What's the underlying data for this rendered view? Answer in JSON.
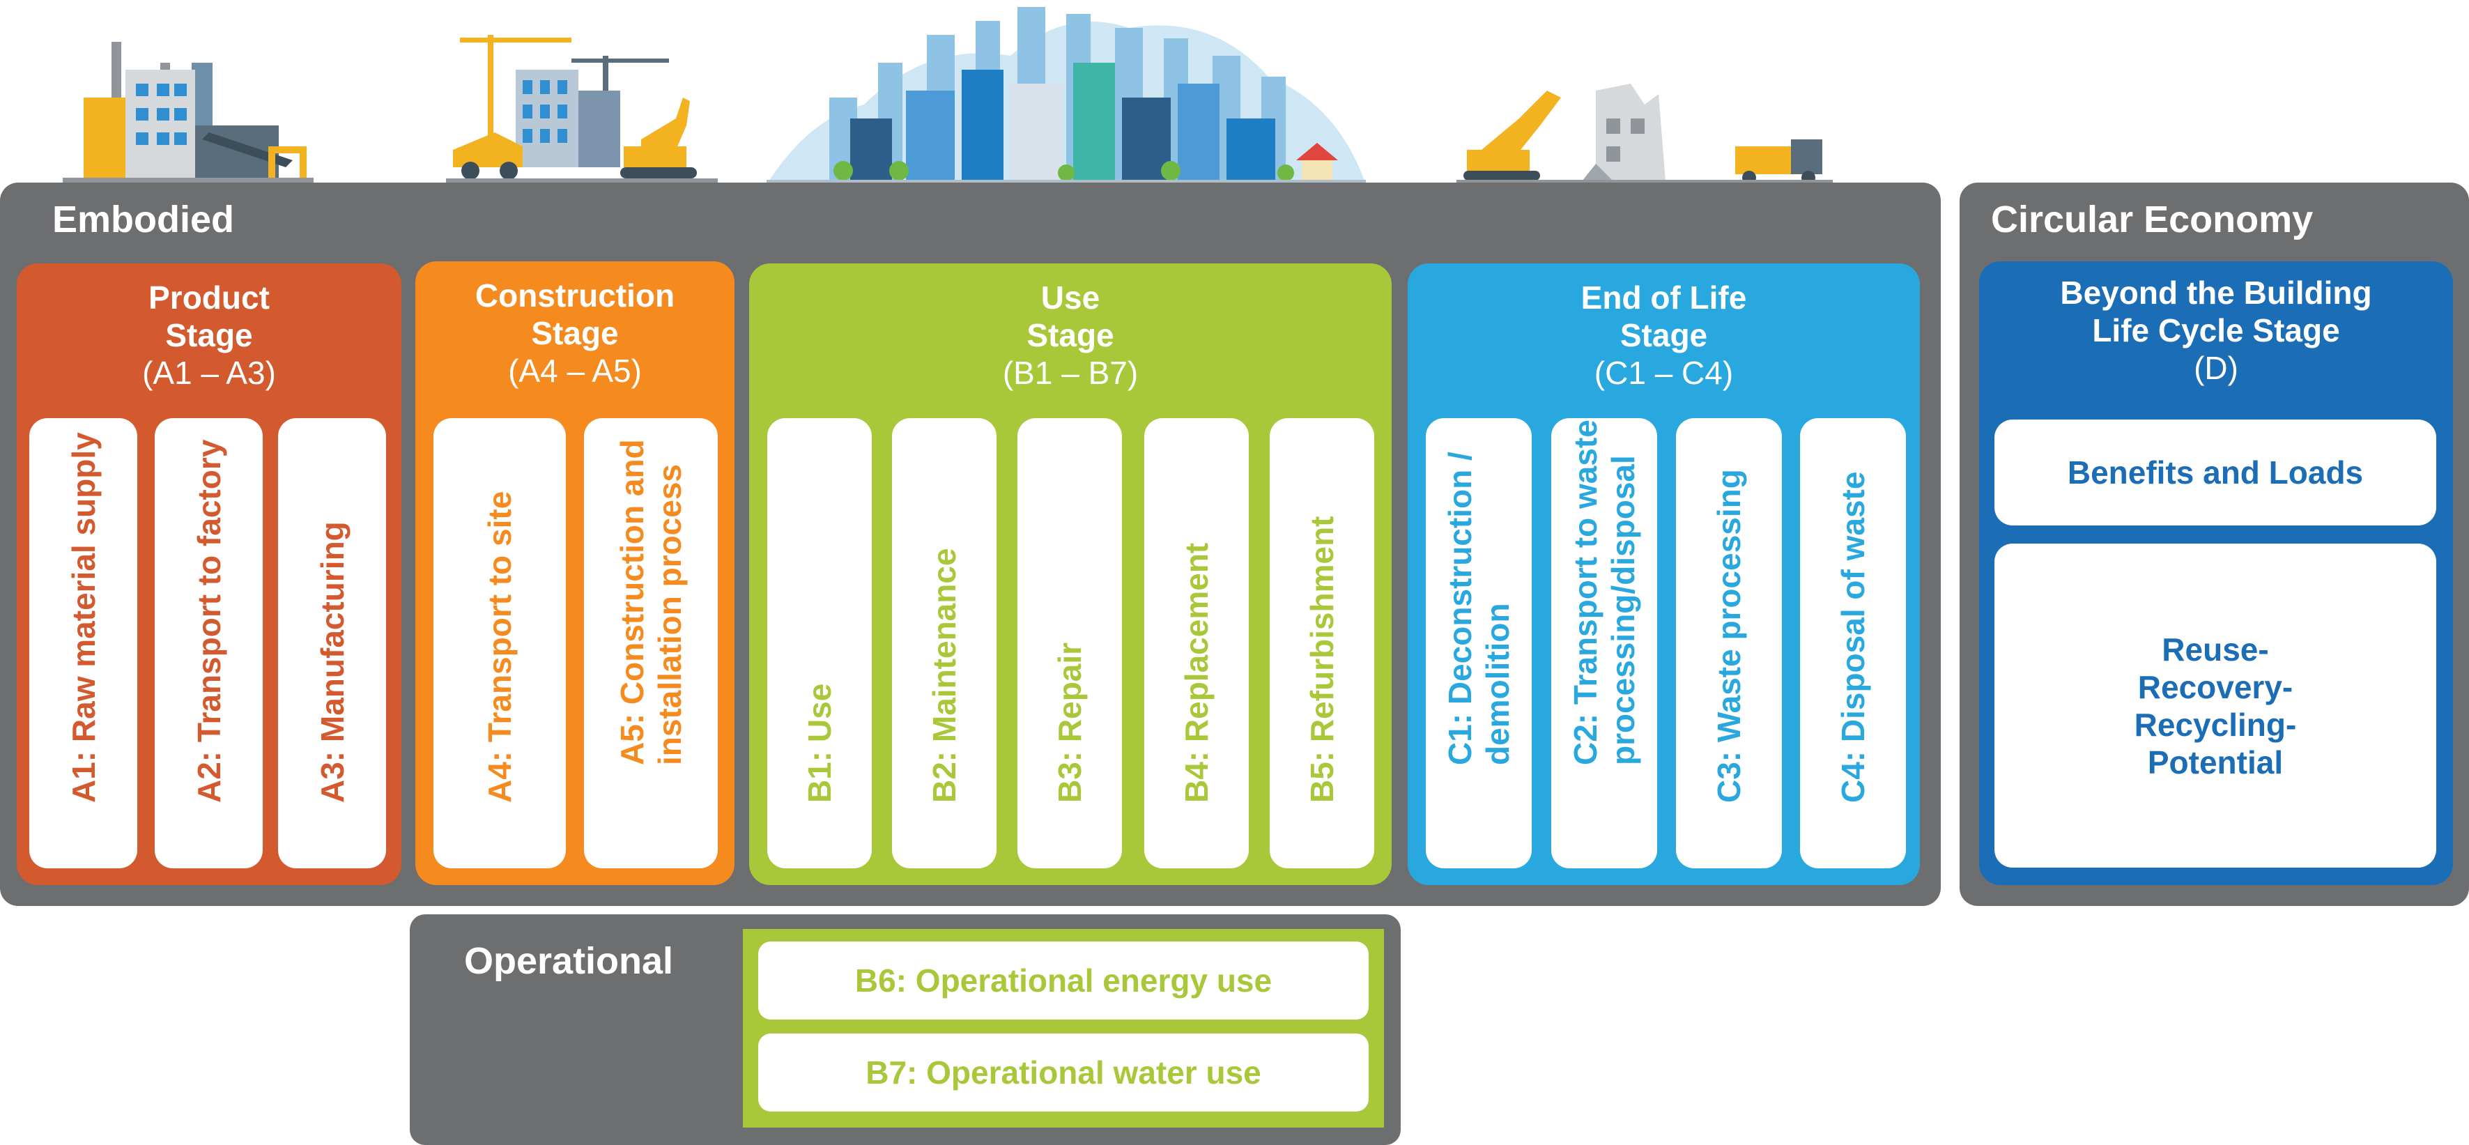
{
  "colors": {
    "panel_gray": "#6d6e70",
    "product": "#d35a2f",
    "construction": "#f58a1f",
    "use": "#a8c83a",
    "end_of_life": "#29a8e0",
    "beyond": "#1b6db6"
  },
  "embodied": {
    "title": "Embodied",
    "product": {
      "name": "Product",
      "stage": "Stage",
      "code": "(A1 – A3)",
      "items": [
        "A1: Raw material supply",
        "A2: Transport to factory",
        "A3: Manufacturing"
      ]
    },
    "construction": {
      "name": "Construction",
      "stage": "Stage",
      "code": "(A4 – A5)",
      "items": [
        "A4: Transport to site",
        "A5: Construction and",
        "installation process"
      ]
    },
    "use": {
      "name": "Use",
      "stage": "Stage",
      "code": "(B1 – B7)",
      "items": [
        "B1: Use",
        "B2: Maintenance",
        "B3: Repair",
        "B4: Replacement",
        "B5: Refurbishment"
      ]
    },
    "end_of_life": {
      "name": "End of Life",
      "stage": "Stage",
      "code": "(C1 – C4)",
      "items": [
        "C1: Deconstruction /",
        "demolition",
        "C2: Transport to waste",
        "processing/disposal",
        "C3: Waste processing",
        "C4: Disposal of waste"
      ]
    }
  },
  "circular": {
    "title": "Circular Economy",
    "line1": "Beyond the Building",
    "line2": "Life Cycle Stage",
    "code": "(D)",
    "benefits": "Benefits and Loads",
    "reuse": [
      "Reuse-",
      "Recovery-",
      "Recycling-",
      "Potential"
    ]
  },
  "operational": {
    "title": "Operational",
    "items": [
      "B6: Operational energy use",
      "B7: Operational water use"
    ]
  },
  "illustrations": [
    "factory-illustration",
    "construction-site-illustration",
    "city-skyline-illustration",
    "demolition-illustration"
  ]
}
